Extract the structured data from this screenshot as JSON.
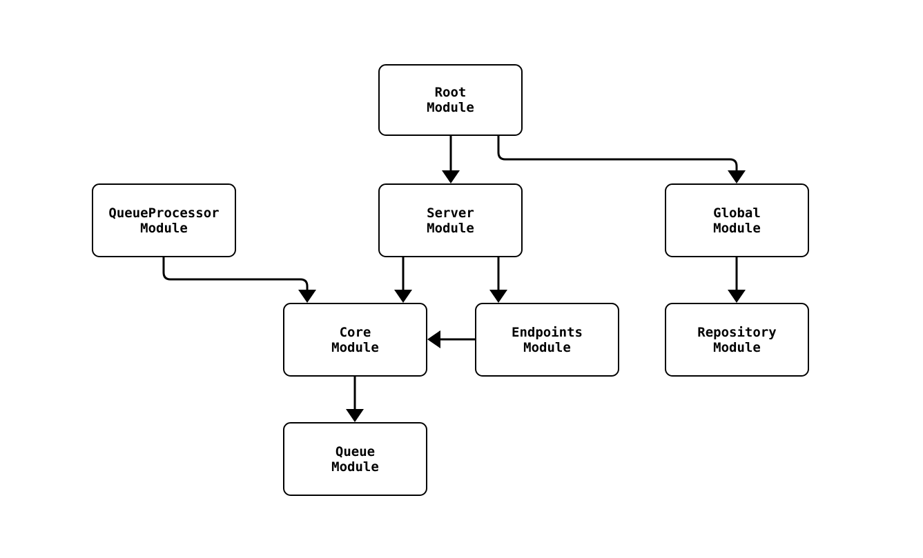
{
  "page": {
    "background_color": "#ffffff"
  },
  "diagram": {
    "type": "flowchart",
    "direction": "top-down",
    "colors": {
      "node_fill": "#ffffff",
      "node_border": "#000000",
      "edge": "#000000",
      "text": "#000000",
      "background": "#ffffff"
    },
    "nodes": {
      "root": {
        "label": "Root\nModule"
      },
      "queue_processor": {
        "label": "QueueProcessor\nModule"
      },
      "server": {
        "label": "Server\nModule"
      },
      "global": {
        "label": "Global\nModule"
      },
      "core": {
        "label": "Core\nModule"
      },
      "endpoints": {
        "label": "Endpoints\nModule"
      },
      "repository": {
        "label": "Repository\nModule"
      },
      "queue": {
        "label": "Queue\nModule"
      }
    },
    "edges": [
      {
        "from": "root",
        "to": "server"
      },
      {
        "from": "root",
        "to": "global"
      },
      {
        "from": "queue_processor",
        "to": "core"
      },
      {
        "from": "server",
        "to": "core"
      },
      {
        "from": "server",
        "to": "endpoints"
      },
      {
        "from": "endpoints",
        "to": "core"
      },
      {
        "from": "core",
        "to": "queue"
      },
      {
        "from": "global",
        "to": "repository"
      }
    ]
  }
}
